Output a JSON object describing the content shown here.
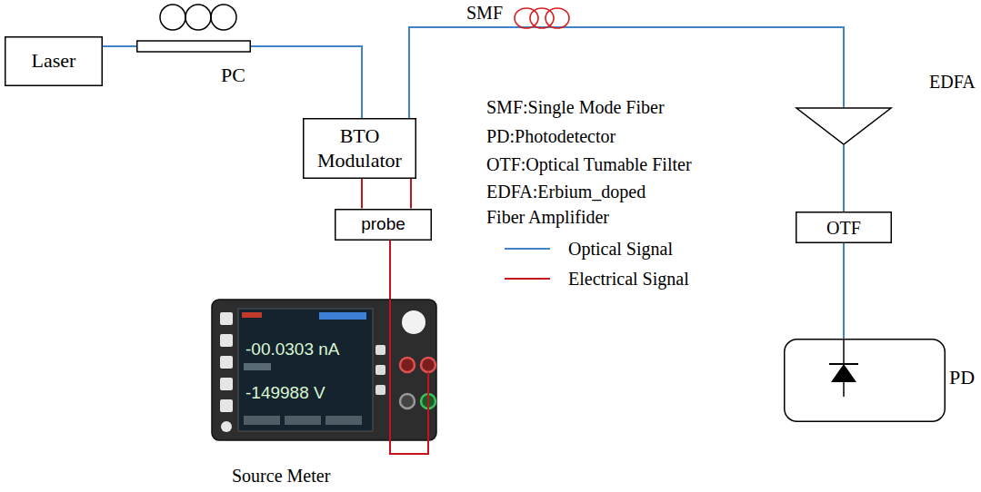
{
  "diagram": {
    "nodes": [
      {
        "text": [
          "Laser"
        ]
      },
      {
        "text": [
          "PC"
        ]
      },
      {
        "text": [
          "BTO Modulator"
        ]
      },
      {
        "text": [
          "SMF"
        ]
      },
      {
        "text": [
          "EDFA"
        ]
      },
      {
        "text": [
          "OTF"
        ]
      },
      {
        "text": [
          "PD"
        ]
      },
      {
        "text": [
          "probe"
        ]
      },
      {
        "text": [
          "Source Meter"
        ]
      }
    ],
    "edges": [
      {
        "from": 0,
        "to": 1,
        "arrow": "none"
      },
      {
        "from": 1,
        "to": 2,
        "arrow": "none"
      },
      {
        "from": 2,
        "to": 3,
        "arrow": "none"
      },
      {
        "from": 3,
        "to": 4,
        "arrow": "none"
      },
      {
        "from": 4,
        "to": 5,
        "arrow": "none"
      },
      {
        "from": 5,
        "to": 6,
        "arrow": "none"
      },
      {
        "from": 2,
        "to": 7,
        "arrow": "none"
      },
      {
        "from": 2,
        "to": 7,
        "arrow": "none"
      },
      {
        "from": 7,
        "to": 8,
        "arrow": "none"
      }
    ],
    "labels": [
      "SMF:Single Mode Fiber",
      "PD:Photodetector",
      "OTF:Optical Tumable Filter",
      "EDFA:Erbium_doped Fiber Amplifider",
      "-00.0303 nA",
      "-149988 V"
    ],
    "legend": [
      {
        "text": "Optical Signal"
      },
      {
        "text": "Electrical Signal"
      }
    ]
  }
}
